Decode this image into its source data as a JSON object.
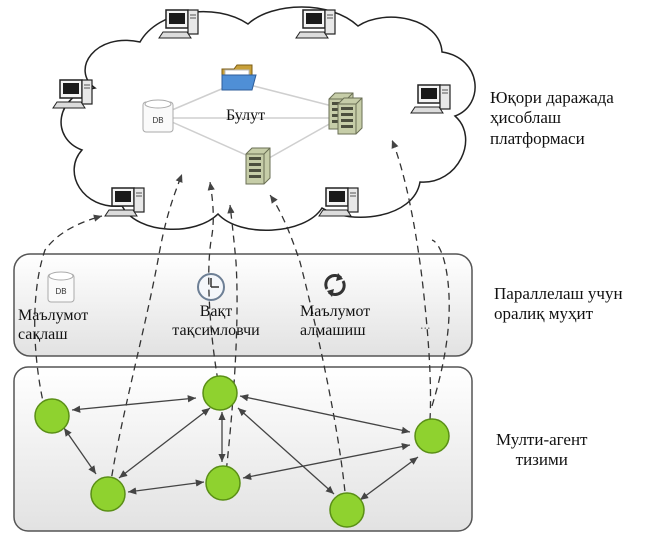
{
  "cloud": {
    "label": "Булут",
    "db_icon_text": "DB"
  },
  "layers": {
    "top_line1": "Юқори даражада",
    "top_line2": "ҳисоблаш",
    "top_line3": "платформаси",
    "middle_line1": "Параллелаш учун",
    "middle_line2": "оралиқ муҳит",
    "bottom_line1": "Мулти-агент",
    "bottom_line2": "тизими"
  },
  "middleware": {
    "storage_line1": "Маълумот",
    "storage_line2": "сақлаш",
    "storage_icon_text": "DB",
    "scheduler_line1": "Вақт",
    "scheduler_line2": "тақсимловчи",
    "exchange_line1": "Маълумот",
    "exchange_line2": "алмашиш",
    "more": "..."
  },
  "colors": {
    "node_fill": "#8fd22f",
    "node_stroke": "#5a8f16",
    "panel_stroke": "#555555",
    "arrow": "#444444"
  },
  "icons": [
    "computer-icon",
    "folder-icon",
    "database-icon",
    "server-icon",
    "clock-icon",
    "exchange-icon"
  ]
}
